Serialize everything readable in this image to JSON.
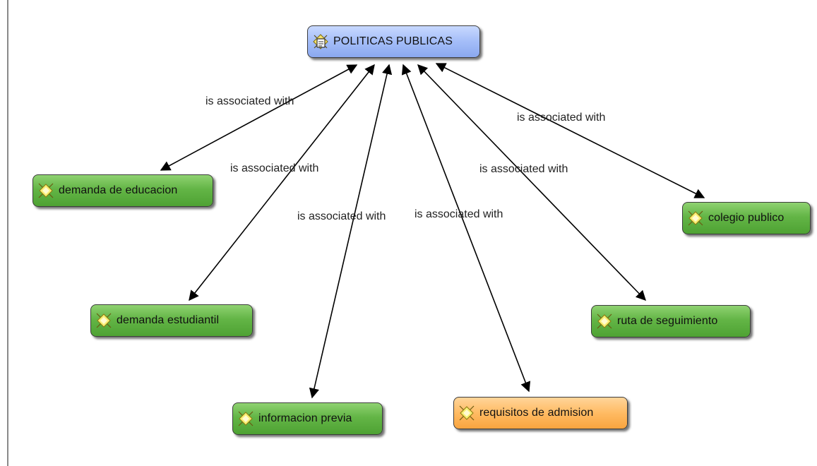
{
  "central": {
    "label": "POLITICAS  PUBLICAS",
    "icon": "concept-document-icon",
    "color": "#a4bdf8"
  },
  "nodes": [
    {
      "id": "demanda-de-educacion",
      "label": "demanda de educacion",
      "color": "green"
    },
    {
      "id": "demanda-estudiantil",
      "label": "demanda estudiantil",
      "color": "green"
    },
    {
      "id": "informacion-previa",
      "label": "informacion previa",
      "color": "green"
    },
    {
      "id": "requisitos-de-admision",
      "label": "requisitos de admision",
      "color": "orange"
    },
    {
      "id": "ruta-de-seguimiento",
      "label": "ruta de seguimiento",
      "color": "green"
    },
    {
      "id": "colegio-publico",
      "label": "colegio publico",
      "color": "green"
    }
  ],
  "edge_labels": [
    "is associated with",
    "is associated with",
    "is associated with",
    "is associated with",
    "is associated with",
    "is associated with"
  ],
  "colors": {
    "green": "#63b546",
    "orange": "#ffbb63",
    "blue": "#a4bdf8",
    "edge": "#000000"
  }
}
